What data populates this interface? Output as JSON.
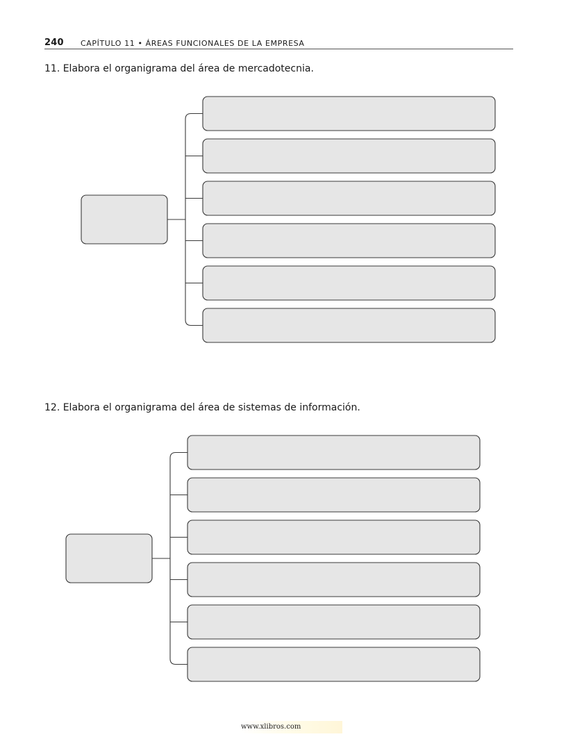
{
  "header": {
    "page_number": "240",
    "running_head": "CAPÍTULO 11 • ÁREAS FUNCIONALES DE LA EMPRESA"
  },
  "questions": [
    {
      "text": "11. Elabora el organigrama del área de mercadotecnia.",
      "sub_box_count": 6
    },
    {
      "text": "12. Elabora el organigrama del área de sistemas de información.",
      "sub_box_count": 6
    }
  ],
  "footer": {
    "source": "www.xlibros.com"
  }
}
